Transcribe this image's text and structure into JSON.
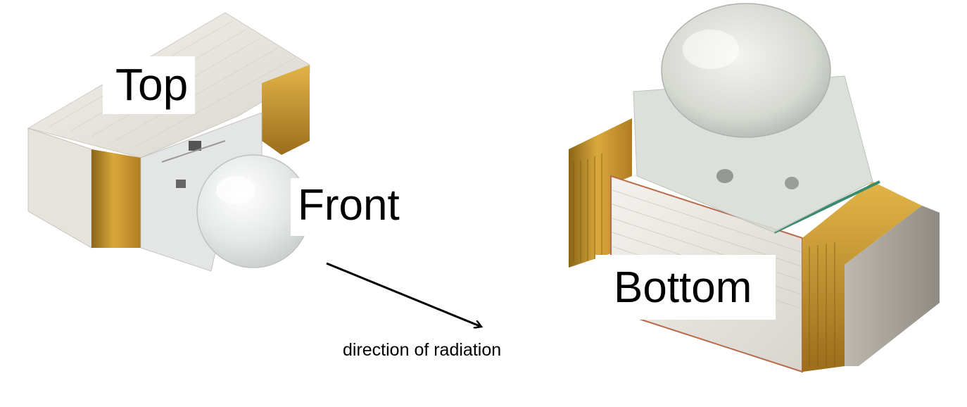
{
  "labels": {
    "top": "Top",
    "front": "Front",
    "bottom": "Bottom",
    "direction": "direction of radiation"
  },
  "colors": {
    "gold_contact": "#c9962e",
    "gold_dark": "#8a6418",
    "white_body": "#ece9e2",
    "lens": "#e8eaea",
    "seam_green": "#3a8a6e",
    "arrow": "#000000"
  }
}
